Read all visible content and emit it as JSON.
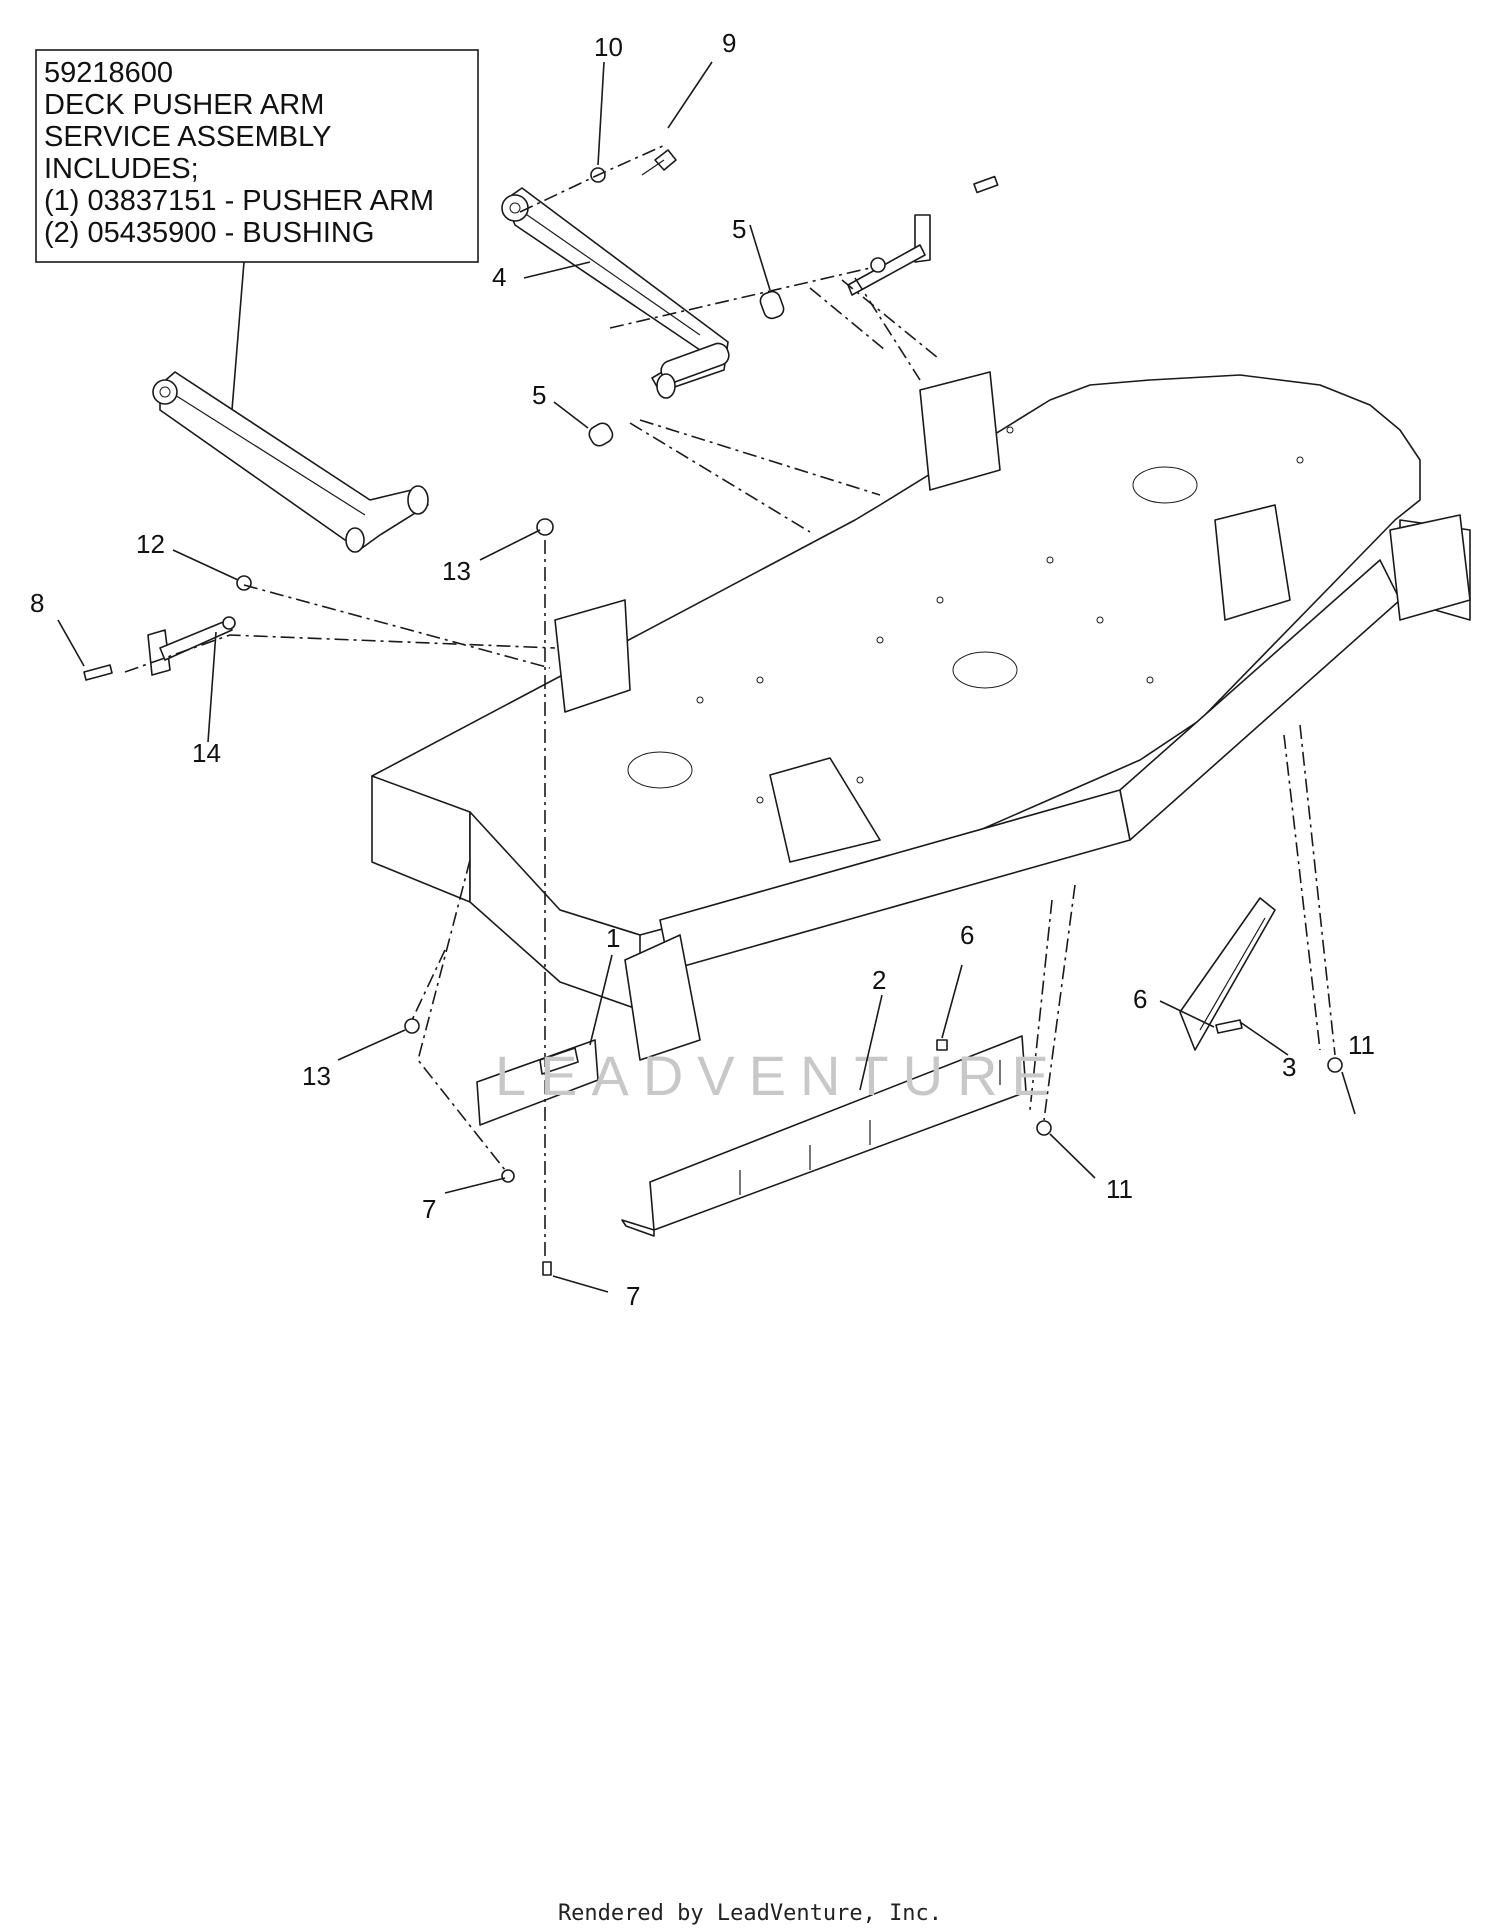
{
  "note": {
    "lines": [
      "59218600",
      "DECK PUSHER ARM",
      "SERVICE ASSEMBLY",
      "INCLUDES;",
      "(1) 03837151 - PUSHER ARM",
      "(2) 05435900 - BUSHING"
    ]
  },
  "callouts": {
    "c10": "10",
    "c9": "9",
    "c5a": "5",
    "c4": "4",
    "c5b": "5",
    "c12": "12",
    "c8": "8",
    "c14": "14",
    "c13a": "13",
    "c13b": "13",
    "c1": "1",
    "c2": "2",
    "c6a": "6",
    "c6b": "6",
    "c3": "3",
    "c7a": "7",
    "c7b": "7",
    "c11a": "11",
    "c11b": "11"
  },
  "watermark": "LEADVENTURE",
  "footer": "Rendered by LeadVenture, Inc."
}
